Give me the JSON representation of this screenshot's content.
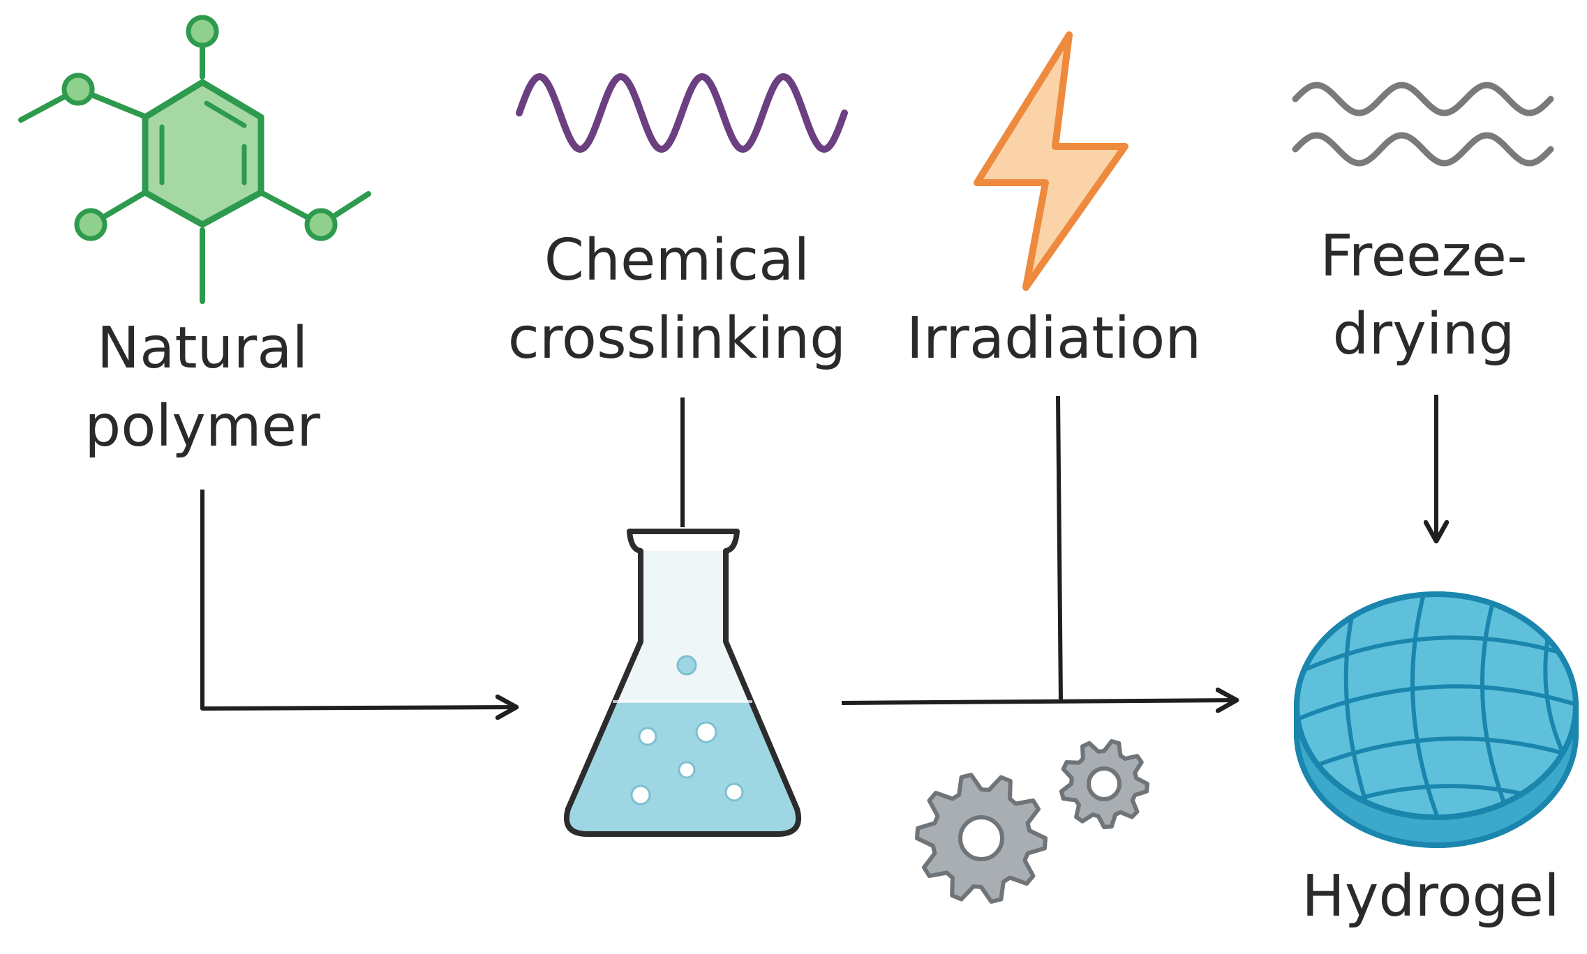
{
  "labels": {
    "natural_polymer": [
      "Natural",
      "polymer"
    ],
    "chemical_crosslinking": [
      "Chemical",
      "crosslinking"
    ],
    "irradiation": [
      "Irradiation"
    ],
    "freeze_drying": [
      "Freeze-",
      "drying"
    ],
    "hydrogel": [
      "Hydrogel"
    ]
  },
  "icons": {
    "natural_polymer": "molecule-icon",
    "chemical_crosslinking": "wave-icon",
    "irradiation": "lightning-bolt-icon",
    "freeze_drying": "double-wave-icon",
    "flask": "erlenmeyer-flask-icon",
    "processing": "gears-icon",
    "hydrogel": "hydrogel-disc-icon"
  },
  "colors": {
    "molecule": "#2e9a4e",
    "molecule_fill": "#a6d8a4",
    "wave": "#6b3f80",
    "bolt_stroke": "#ee8a3e",
    "bolt_fill": "#fbd3a8",
    "freeze_wave": "#7a7a7a",
    "liquid": "#9fd6e4",
    "gear": "#8a8f94",
    "hydrogel_fill": "#5fc0dc",
    "hydrogel_stroke": "#1a86ad",
    "arrow": "#1f1f1f"
  }
}
